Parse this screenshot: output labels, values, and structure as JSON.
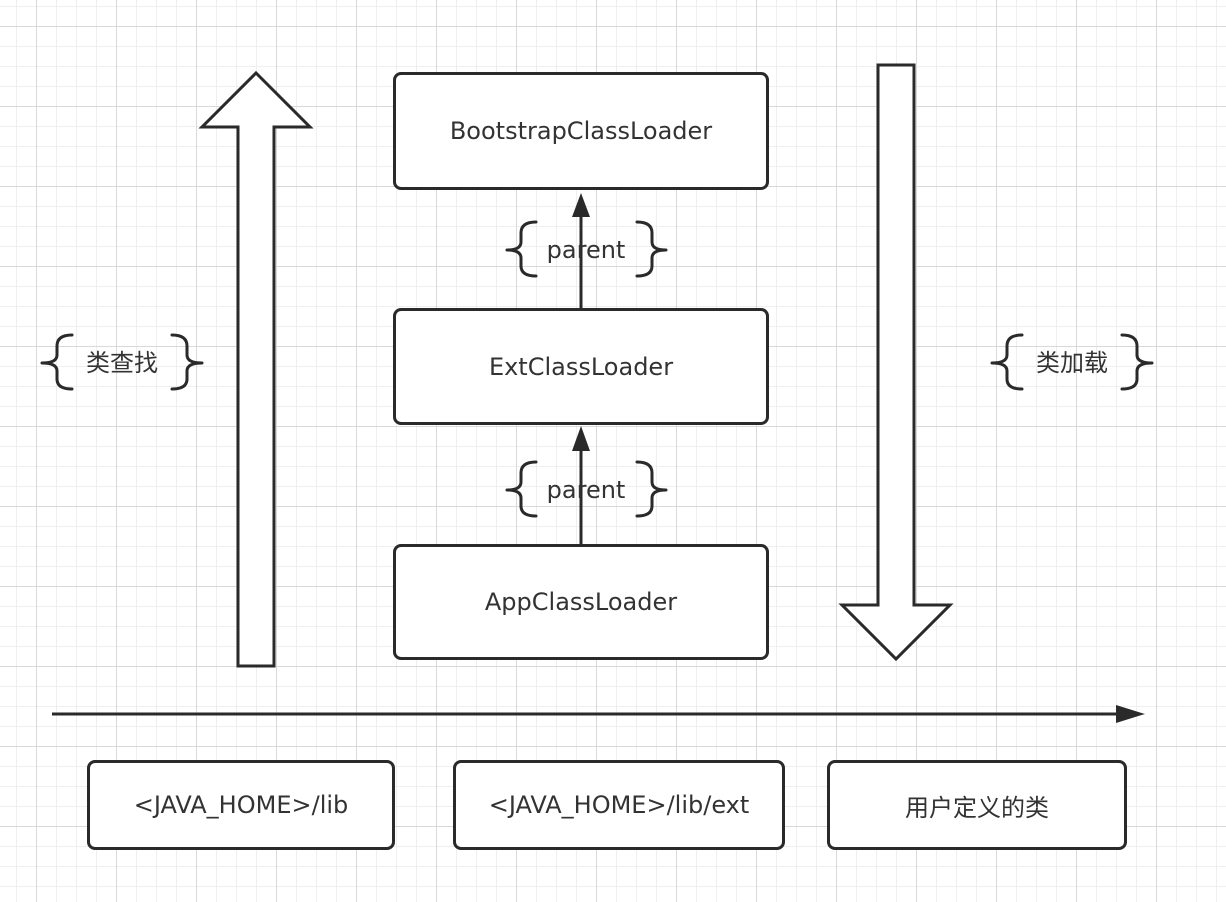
{
  "loaders": {
    "bootstrap": "BootstrapClassLoader",
    "ext": "ExtClassLoader",
    "app": "AppClassLoader"
  },
  "relations": {
    "ext_to_bootstrap": "parent",
    "app_to_ext": "parent"
  },
  "directions": {
    "lookup": "类查找",
    "load": "类加载"
  },
  "paths": {
    "lib": "<JAVA_HOME>/lib",
    "ext": "<JAVA_HOME>/lib/ext",
    "user": "用户定义的类"
  },
  "colors": {
    "stroke": "#2a2a2a",
    "text": "#333333",
    "grid": "#d9d9d9",
    "background": "#ffffff"
  }
}
